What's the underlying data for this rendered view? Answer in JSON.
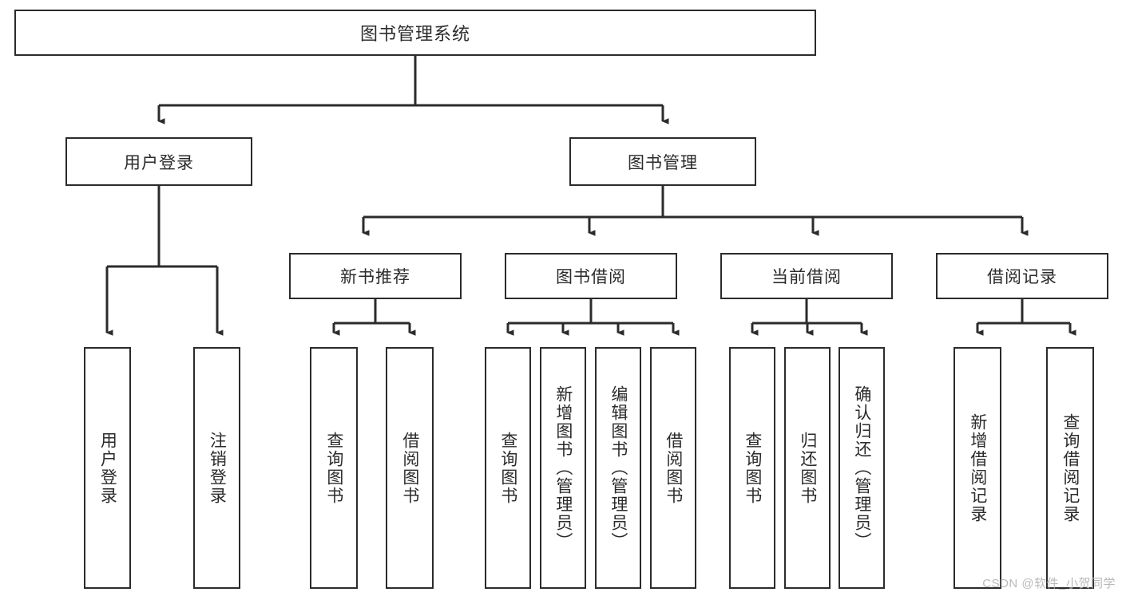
{
  "diagram": {
    "title": "图书管理系统",
    "type": "hierarchy-tree",
    "colors": {
      "stroke": "#2b2b2b",
      "fill": "#ffffff",
      "text": "#2b2b2b",
      "watermark": "#b9b9b9"
    },
    "root": {
      "label": "图书管理系统"
    },
    "level2": [
      {
        "label": "用户登录"
      },
      {
        "label": "图书管理"
      }
    ],
    "level3": [
      {
        "label": "新书推荐"
      },
      {
        "label": "图书借阅"
      },
      {
        "label": "当前借阅"
      },
      {
        "label": "借阅记录"
      }
    ],
    "leaves": {
      "user_login": [
        {
          "label": "用户登录"
        },
        {
          "label": "注销登录"
        }
      ],
      "new_book": [
        {
          "label": "查询图书"
        },
        {
          "label": "借阅图书"
        }
      ],
      "book_borrow": [
        {
          "label": "查询图书"
        },
        {
          "label": "新增图书（管理员）"
        },
        {
          "label": "编辑图书（管理员）"
        },
        {
          "label": "借阅图书"
        }
      ],
      "current_borrow": [
        {
          "label": "查询图书"
        },
        {
          "label": "归还图书"
        },
        {
          "label": "确认归还（管理员）"
        }
      ],
      "borrow_record": [
        {
          "label": "新增借阅记录"
        },
        {
          "label": "查询借阅记录"
        }
      ]
    }
  },
  "watermark": {
    "text": "CSDN @软件_小贺同学"
  }
}
